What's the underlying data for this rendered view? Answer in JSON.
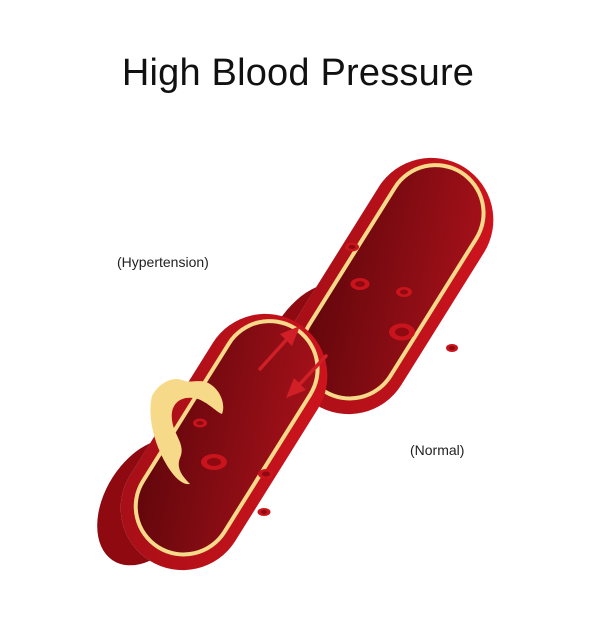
{
  "title": "High Blood Pressure",
  "labels": {
    "hypertension": "(Hypertension)",
    "normal": "(Normal)"
  },
  "colors": {
    "vessel_outer": "#c0121b",
    "vessel_wall_dark": "#8e0a10",
    "vessel_lumen": "#7a0a10",
    "plaque": "#f7d98a",
    "plaque_edge": "#f0c766",
    "arrow": "#d01f26",
    "text": "#111111"
  }
}
